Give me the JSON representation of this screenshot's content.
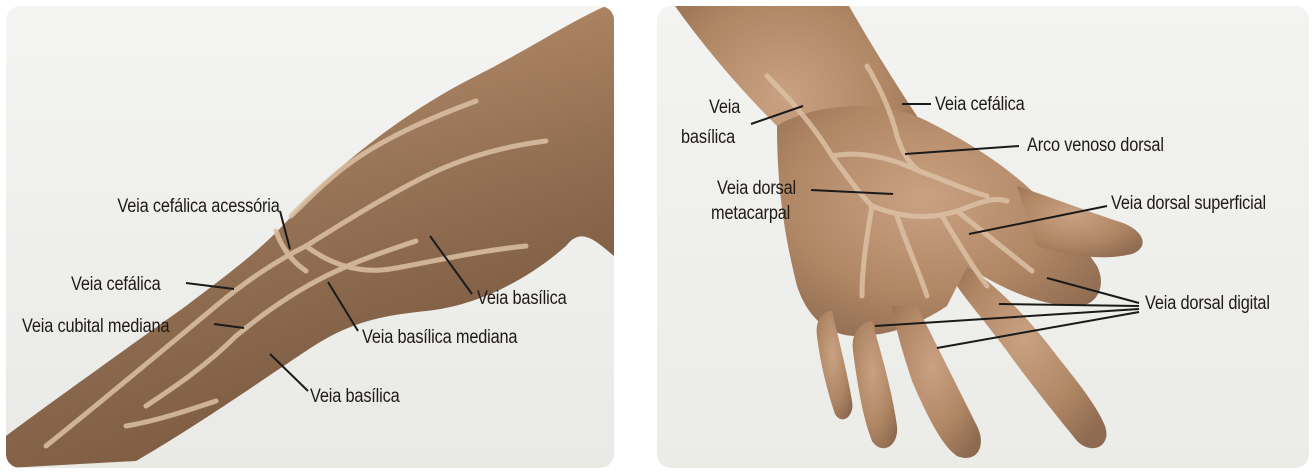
{
  "figure_left": {
    "labels": {
      "cefalica_acessoria": "Veia cefálica acessória",
      "cefalica": "Veia cefálica",
      "cubital_mediana": "Veia cubital mediana",
      "basilica_upper": "Veia basílica",
      "basilica_mediana": "Veia basílica mediana",
      "basilica_lower": "Veia basílica"
    }
  },
  "figure_right": {
    "labels": {
      "basilica_line1": "Veia",
      "basilica_line2": "basílica",
      "cefalica": "Veia cefálica",
      "arco_venoso": "Arco venoso dorsal",
      "dorsal_metacarpal_line1": "Veia dorsal",
      "dorsal_metacarpal_line2": "metacarpal",
      "dorsal_superficial": "Veia dorsal superficial",
      "dorsal_digital": "Veia dorsal digital"
    }
  },
  "colors": {
    "background": "#f1f1ee",
    "skin": "#b58c6c",
    "skin_shadow": "#8e6a50",
    "vein": "#dcc1a4",
    "leader_line": "#1a1a1a"
  }
}
